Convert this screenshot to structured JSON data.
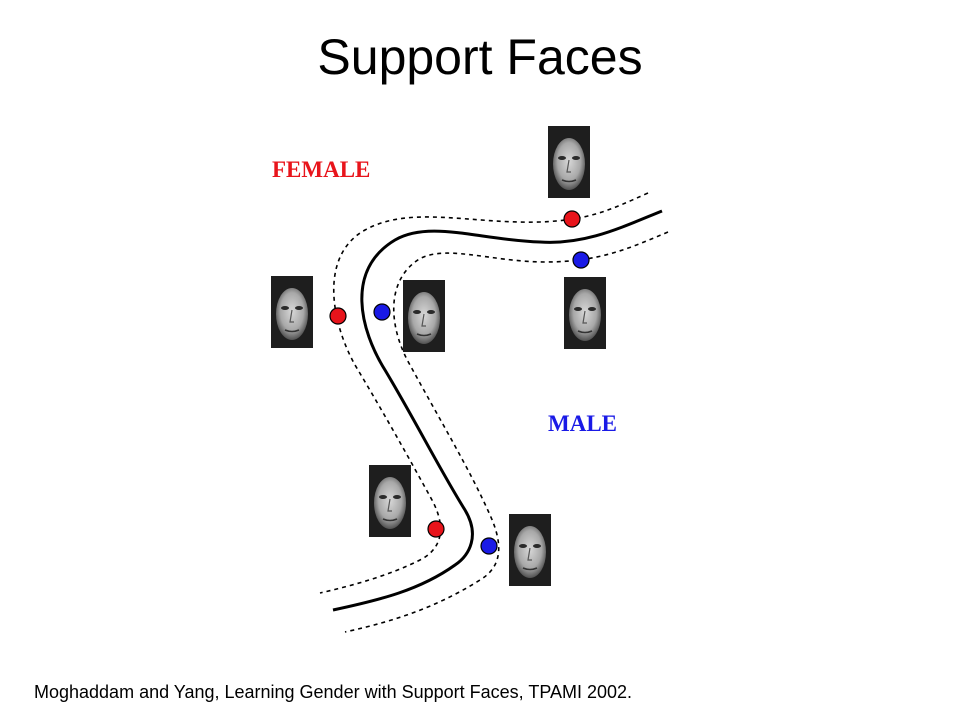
{
  "slide": {
    "title": "Support Faces",
    "citation": "Moghaddam and Yang, Learning Gender with Support Faces, TPAMI 2002."
  },
  "diagram": {
    "labels": {
      "female": "FEMALE",
      "male": "MALE"
    },
    "colors": {
      "female": "#e8141b",
      "male": "#1a1ae6",
      "boundary": "#000000"
    },
    "boundary": {
      "decision_line": "solid",
      "margins": "dashed"
    },
    "support_vectors": [
      {
        "class": "female"
      },
      {
        "class": "male"
      },
      {
        "class": "female"
      },
      {
        "class": "male"
      },
      {
        "class": "female"
      },
      {
        "class": "male"
      }
    ],
    "faces": [
      {
        "class": "female",
        "kind": "face-photo"
      },
      {
        "class": "male",
        "kind": "face-photo"
      },
      {
        "class": "female",
        "kind": "face-photo"
      },
      {
        "class": "male",
        "kind": "face-photo"
      },
      {
        "class": "female",
        "kind": "face-photo"
      },
      {
        "class": "male",
        "kind": "face-photo"
      }
    ]
  }
}
